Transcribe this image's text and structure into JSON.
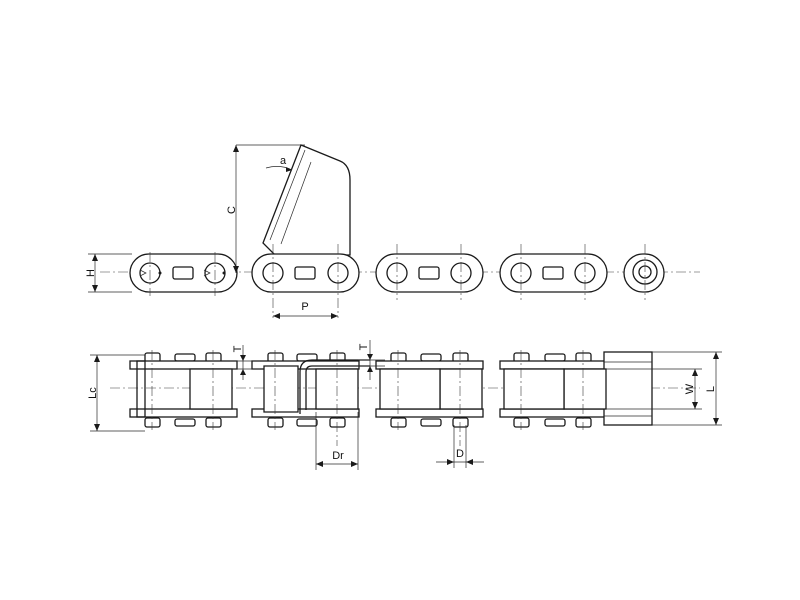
{
  "labels": {
    "H": "H",
    "C": "C",
    "a": "a",
    "P": "P",
    "T_left": "T",
    "T_right": "T",
    "Lc": "Lc",
    "W": "W",
    "L": "L",
    "Dr": "Dr",
    "D": "D"
  }
}
